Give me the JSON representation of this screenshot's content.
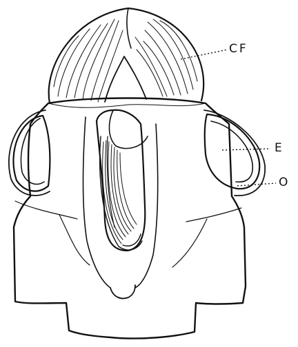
{
  "labels": {
    "cf": "CF",
    "e": "E",
    "o": "O"
  },
  "colors": {
    "ink": "#111111",
    "paper": "#ffffff"
  }
}
